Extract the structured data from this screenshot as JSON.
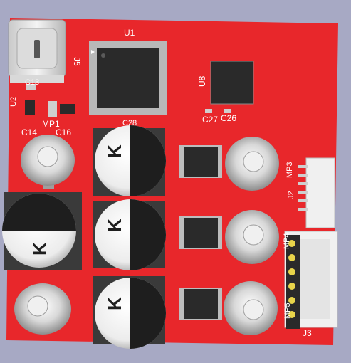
{
  "colors": {
    "background": "#a7a9c4",
    "board": "#e8272b",
    "silkscreen": "#ffffff",
    "ic_body": "#2a2a2a",
    "cap_body": "#f5f5f5",
    "cap_polarity": "#1e1e1e",
    "pad_gold": "#e8d44a",
    "connector": "#f0f0f0"
  },
  "labels": {
    "u1": "U1",
    "j5": "J5",
    "u8": "U8",
    "c13": "C13",
    "u2": "U2",
    "mp1": "MP1",
    "c14": "C14",
    "c16": "C16",
    "c27": "C27",
    "c26": "C26",
    "c28": "C28",
    "mp3": "MP3",
    "j2": "J2",
    "mp4": "MP4",
    "mp5": "MP5",
    "j3": "J3",
    "cap_marking": "K"
  }
}
